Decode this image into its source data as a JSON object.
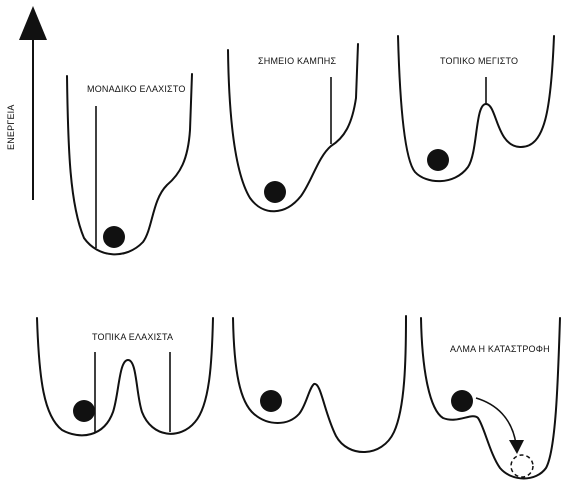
{
  "axis": {
    "label": "ΕΝΕΡΓΕΙΑ"
  },
  "panels": [
    {
      "label": "ΜΟΝΑΔΙΚΟ ΕΛΑΧΙΣΤΟ"
    },
    {
      "label": "ΣΗΜΕΙΟ ΚΑΜΠΗΣ"
    },
    {
      "label": "ΤΟΠΙΚΟ ΜΕΓΙΣΤΟ"
    },
    {
      "label": "ΤΟΠΙΚΑ ΕΛΑΧΙΣΤΑ"
    },
    {
      "label": ""
    },
    {
      "label": "ΑΛΜΑ Η ΚΑΤΑΣΤΡΟΦΗ"
    }
  ],
  "colors": {
    "ink": "#111111",
    "background": "#ffffff"
  }
}
